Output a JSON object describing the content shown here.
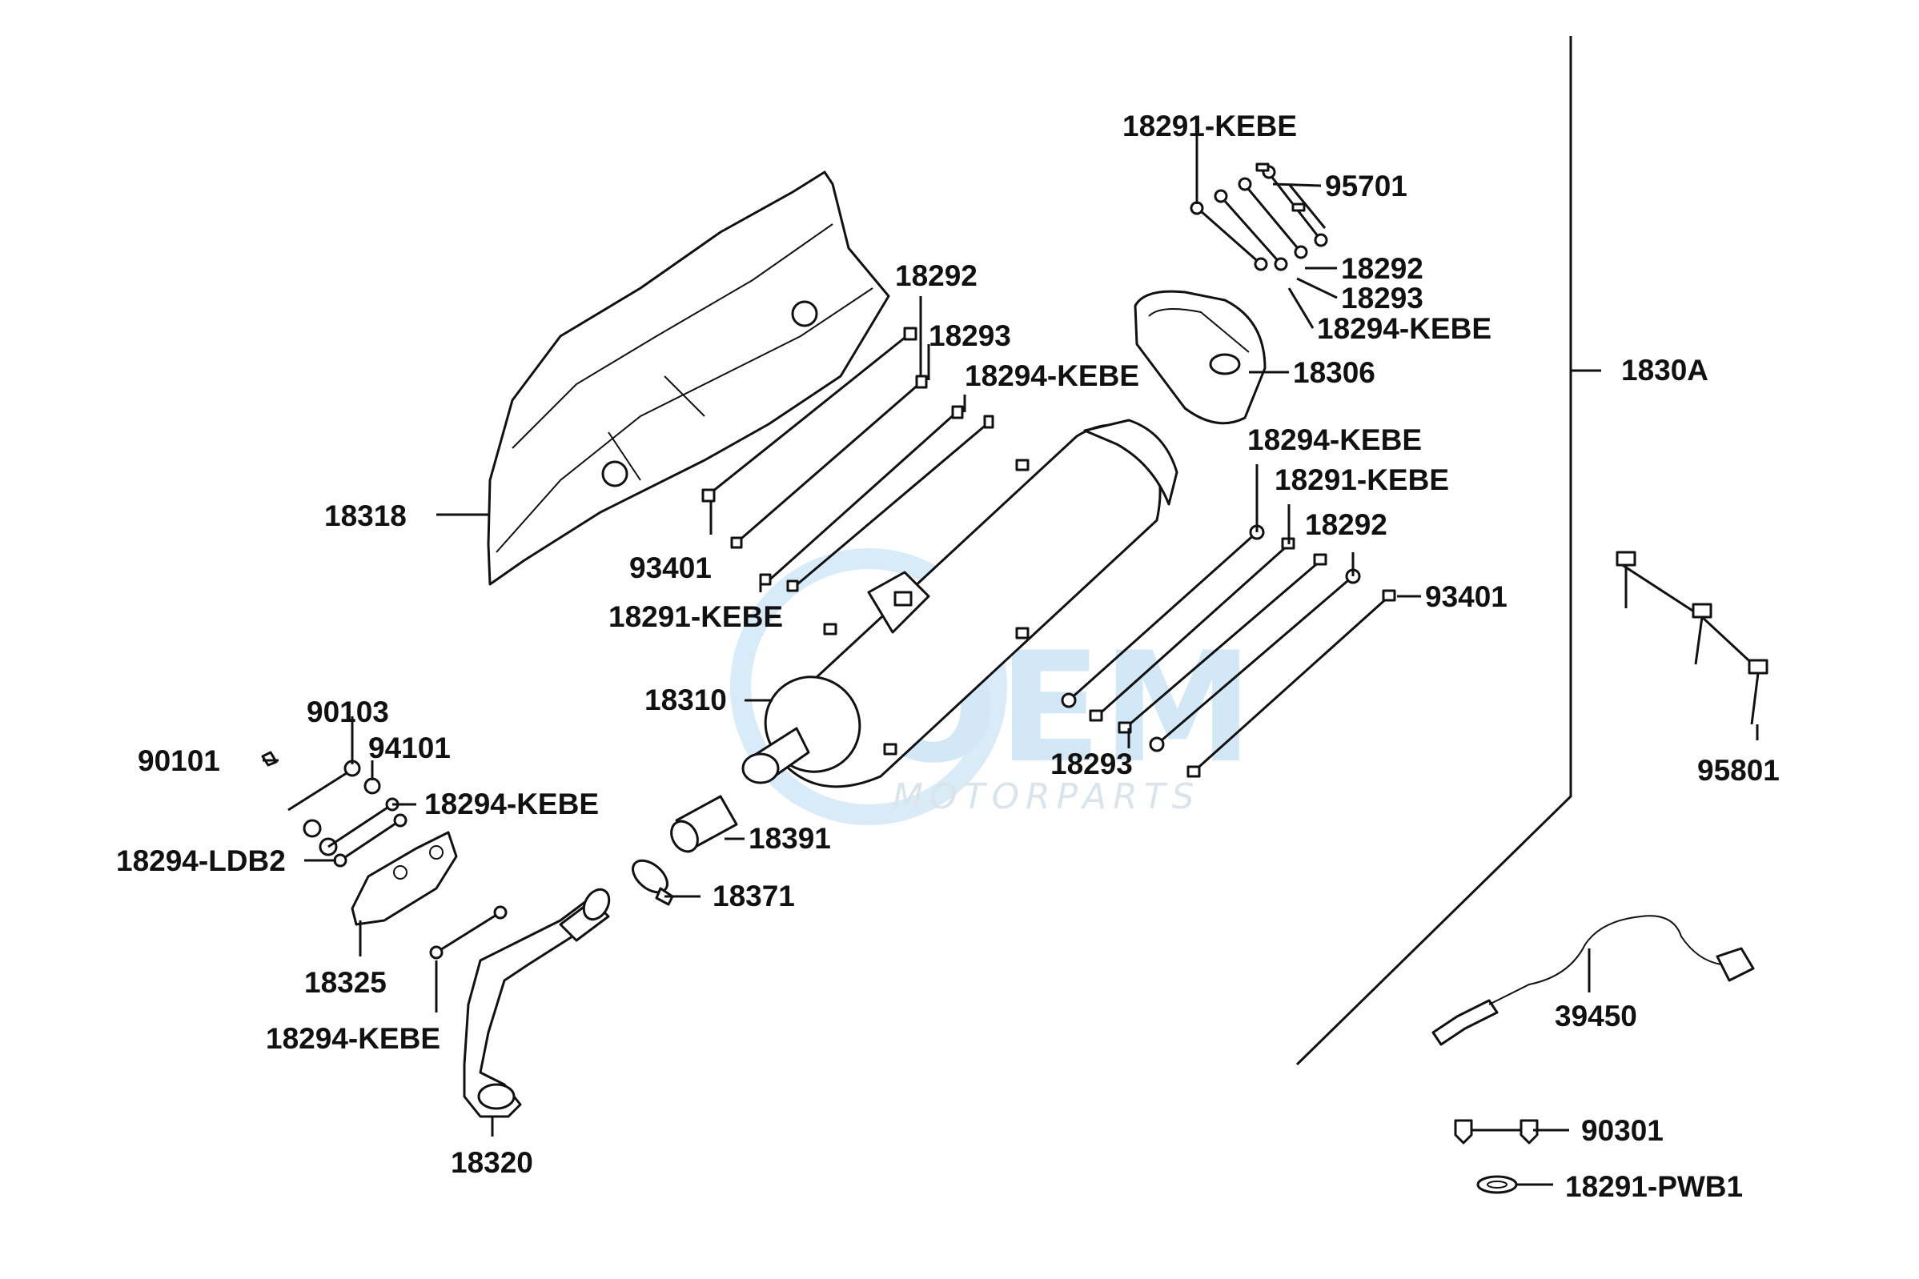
{
  "diagram": {
    "labels": {
      "p18318": "18318",
      "p18292_a": "18292",
      "p18293_a": "18293",
      "p18294kebe_a": "18294-KEBE",
      "p93401_a": "93401",
      "p18291kebe_a": "18291-KEBE",
      "p18291kebe_top": "18291-KEBE",
      "p95701": "95701",
      "p18292_top": "18292",
      "p18293_top": "18293",
      "p18294kebe_top": "18294-KEBE",
      "p18306": "18306",
      "p1830A": "1830A",
      "p18294kebe_r": "18294-KEBE",
      "p18291kebe_r": "18291-KEBE",
      "p18292_r": "18292",
      "p93401_r": "93401",
      "p18310": "18310",
      "p18293_r": "18293",
      "p95801": "95801",
      "p90103": "90103",
      "p90101": "90101",
      "p94101": "94101",
      "p18294kebe_l": "18294-KEBE",
      "p18294ldb2": "18294-LDB2",
      "p18391": "18391",
      "p18371": "18371",
      "p18325": "18325",
      "p18294kebe_b": "18294-KEBE",
      "p18320": "18320",
      "p39450": "39450",
      "p90301": "90301",
      "p18291pwb1": "18291-PWB1"
    },
    "watermark": {
      "logo": "OEM",
      "tagline": "MOTORPARTS"
    }
  }
}
